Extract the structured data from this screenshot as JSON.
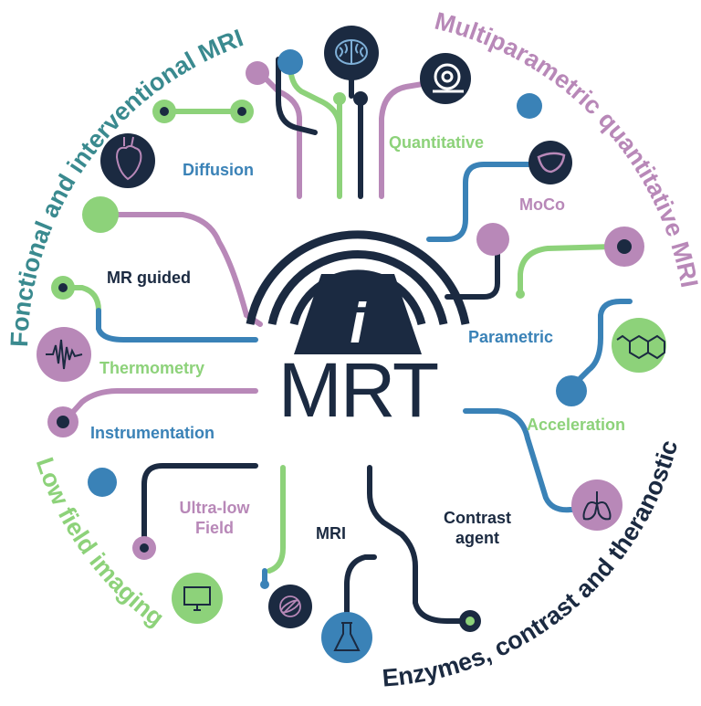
{
  "center": {
    "title": "MRT",
    "logo_letter": "i"
  },
  "ring_titles": {
    "top_left": "Fonctional and interventional MRI",
    "top_right": "Multiparametric quantitative MRI",
    "bottom_left": "Low field imaging",
    "bottom_right": "Enzymes, contrast and theranostic"
  },
  "labels": {
    "diffusion": "Diffusion",
    "quantitative": "Quantitative",
    "moco": "MoCo",
    "mr_guided": "MR guided",
    "parametric": "Parametric",
    "thermometry": "Thermometry",
    "instrumentation": "Instrumentation",
    "acceleration": "Acceleration",
    "ultra_low_1": "Ultra-low",
    "ultra_low_2": "Field",
    "mri": "MRI",
    "contrast_1": "Contrast",
    "contrast_2": "agent"
  },
  "colors": {
    "navy": "#1b2a41",
    "blue": "#3a82b7",
    "green": "#8dd27a",
    "purple": "#b888b8"
  },
  "icons": [
    "brain-icon",
    "mri-scanner-icon",
    "heart-icon",
    "liver-icon",
    "molecule-icon",
    "signal-wave-icon",
    "lungs-icon",
    "monitor-icon",
    "sphere-icon",
    "flask-icon"
  ]
}
